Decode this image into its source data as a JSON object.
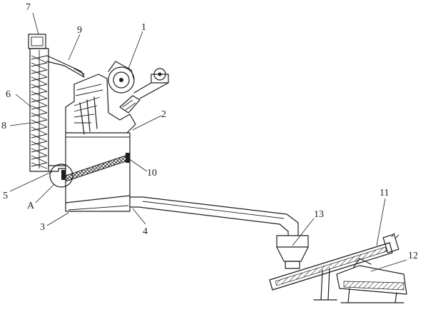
{
  "labels": {
    "l1": "1",
    "l2": "2",
    "l3": "3",
    "l4": "4",
    "l5": "5",
    "l6": "6",
    "l7": "7",
    "l8": "8",
    "l9": "9",
    "l10": "10",
    "l11": "11",
    "l12": "12",
    "l13": "13",
    "lA": "A"
  },
  "colors": {
    "line": "#1e1e1e",
    "background": "#ffffff"
  }
}
